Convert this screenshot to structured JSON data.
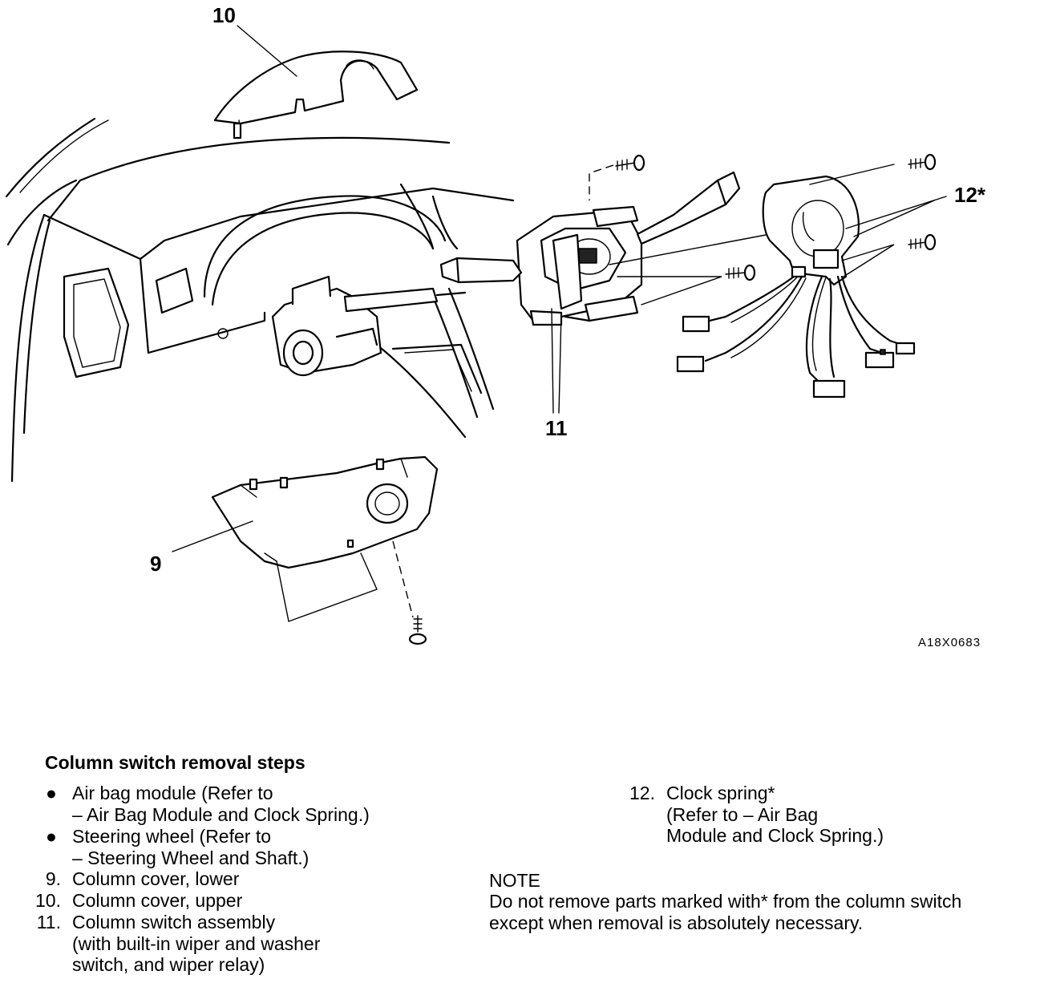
{
  "figure": {
    "reference_code": "A18X0683",
    "callouts": [
      "10",
      "12*",
      "11",
      "9"
    ]
  },
  "steps": {
    "title": "Column switch removal steps",
    "items": [
      {
        "marker": "●",
        "lines": [
          "Air bag module (Refer to",
          "– Air Bag Module and Clock Spring.)"
        ]
      },
      {
        "marker": "●",
        "lines": [
          "Steering wheel (Refer to",
          "– Steering Wheel and Shaft.)"
        ]
      },
      {
        "marker": "9.",
        "lines": [
          "Column cover, lower"
        ]
      },
      {
        "marker": "10.",
        "lines": [
          "Column cover, upper"
        ]
      },
      {
        "marker": "11.",
        "lines": [
          "Column switch assembly",
          "(with built-in wiper and washer",
          "switch, and wiper relay)"
        ]
      },
      {
        "marker": "12.",
        "lines": [
          "Clock spring*",
          "(Refer to – Air Bag",
          "Module and Clock Spring.)"
        ]
      }
    ]
  },
  "note": {
    "title": "NOTE",
    "lines": [
      "Do not remove parts marked with* from the column switch",
      "except when removal is absolutely necessary."
    ]
  }
}
